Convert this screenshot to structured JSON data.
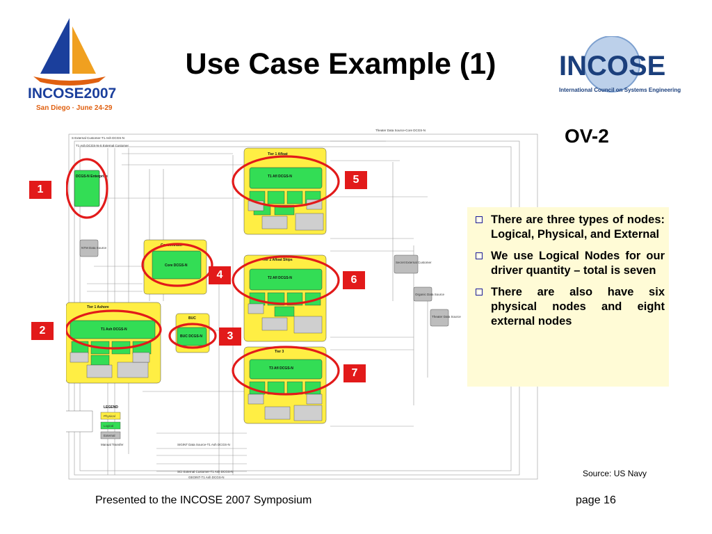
{
  "slide": {
    "title": "Use Case Example (1)",
    "subtitle_tag": "OV-2",
    "source": "Source: US Navy",
    "footer_left": "Presented to the INCOSE 2007 Symposium",
    "footer_right": "page 16"
  },
  "logo_left": {
    "line1": "INCOSE2007",
    "line2": "San Diego · June 24-29"
  },
  "logo_right": {
    "name": "INCOSE",
    "tagline": "International Council on Systems Engineering"
  },
  "callout": {
    "bullets": [
      "There are three types of nodes: Logical, Physical, and External",
      "We use Logical Nodes for our driver quantity – total is seven",
      "There are also have six physical nodes and eight external nodes"
    ]
  },
  "markers": [
    "1",
    "2",
    "3",
    "4",
    "5",
    "6",
    "7"
  ],
  "diagram": {
    "nodes": {
      "dcgs_enterprise": "DCGS-N Enterprise",
      "ntm": "NTM Data Source",
      "concentrator": "Concentrator",
      "core_dcgs": "Core DCGS-N",
      "buc": "BUC",
      "buc_dcgs": "BUC DCGS-N",
      "tier1_afloat": "Tier 1 Afloat",
      "t1_afloat_dcgs": "T1 Afl DCGS-N",
      "tier2_afloat": "Tier 2 Afloat Ships",
      "t2_afloat_dcgs": "T2 Afl DCGS-N",
      "tier1_ashore": "Tier 1 Ashore",
      "t1_ashore_dcgs": "T1 Ash DCGS-N",
      "tier3": "Tier 3",
      "t3_dcgs": "T3 Afl DCGS-N",
      "sci_customer": "Secret External Customer",
      "organic": "Organic Data Source",
      "theater": "Theater Data Source",
      "legend_title": "LEGEND",
      "legend_physical": "Physical",
      "legend_logical": "Logical",
      "legend_external": "External",
      "legend_manual": "Manual Transfer"
    },
    "flows_top": [
      "Theater Data Source-Core DCGS-N",
      "S External Customer-T1 Ash DCGS-N",
      "T1 Ash DCGS-N-S External Customer"
    ],
    "flows_bottom": [
      "SIGINT Data Source-T1 Ash DCGS-N",
      "SCI External Customer-T1 Ash DCGS-N",
      "GEOINT-T1 Ash DCGS-N"
    ]
  }
}
